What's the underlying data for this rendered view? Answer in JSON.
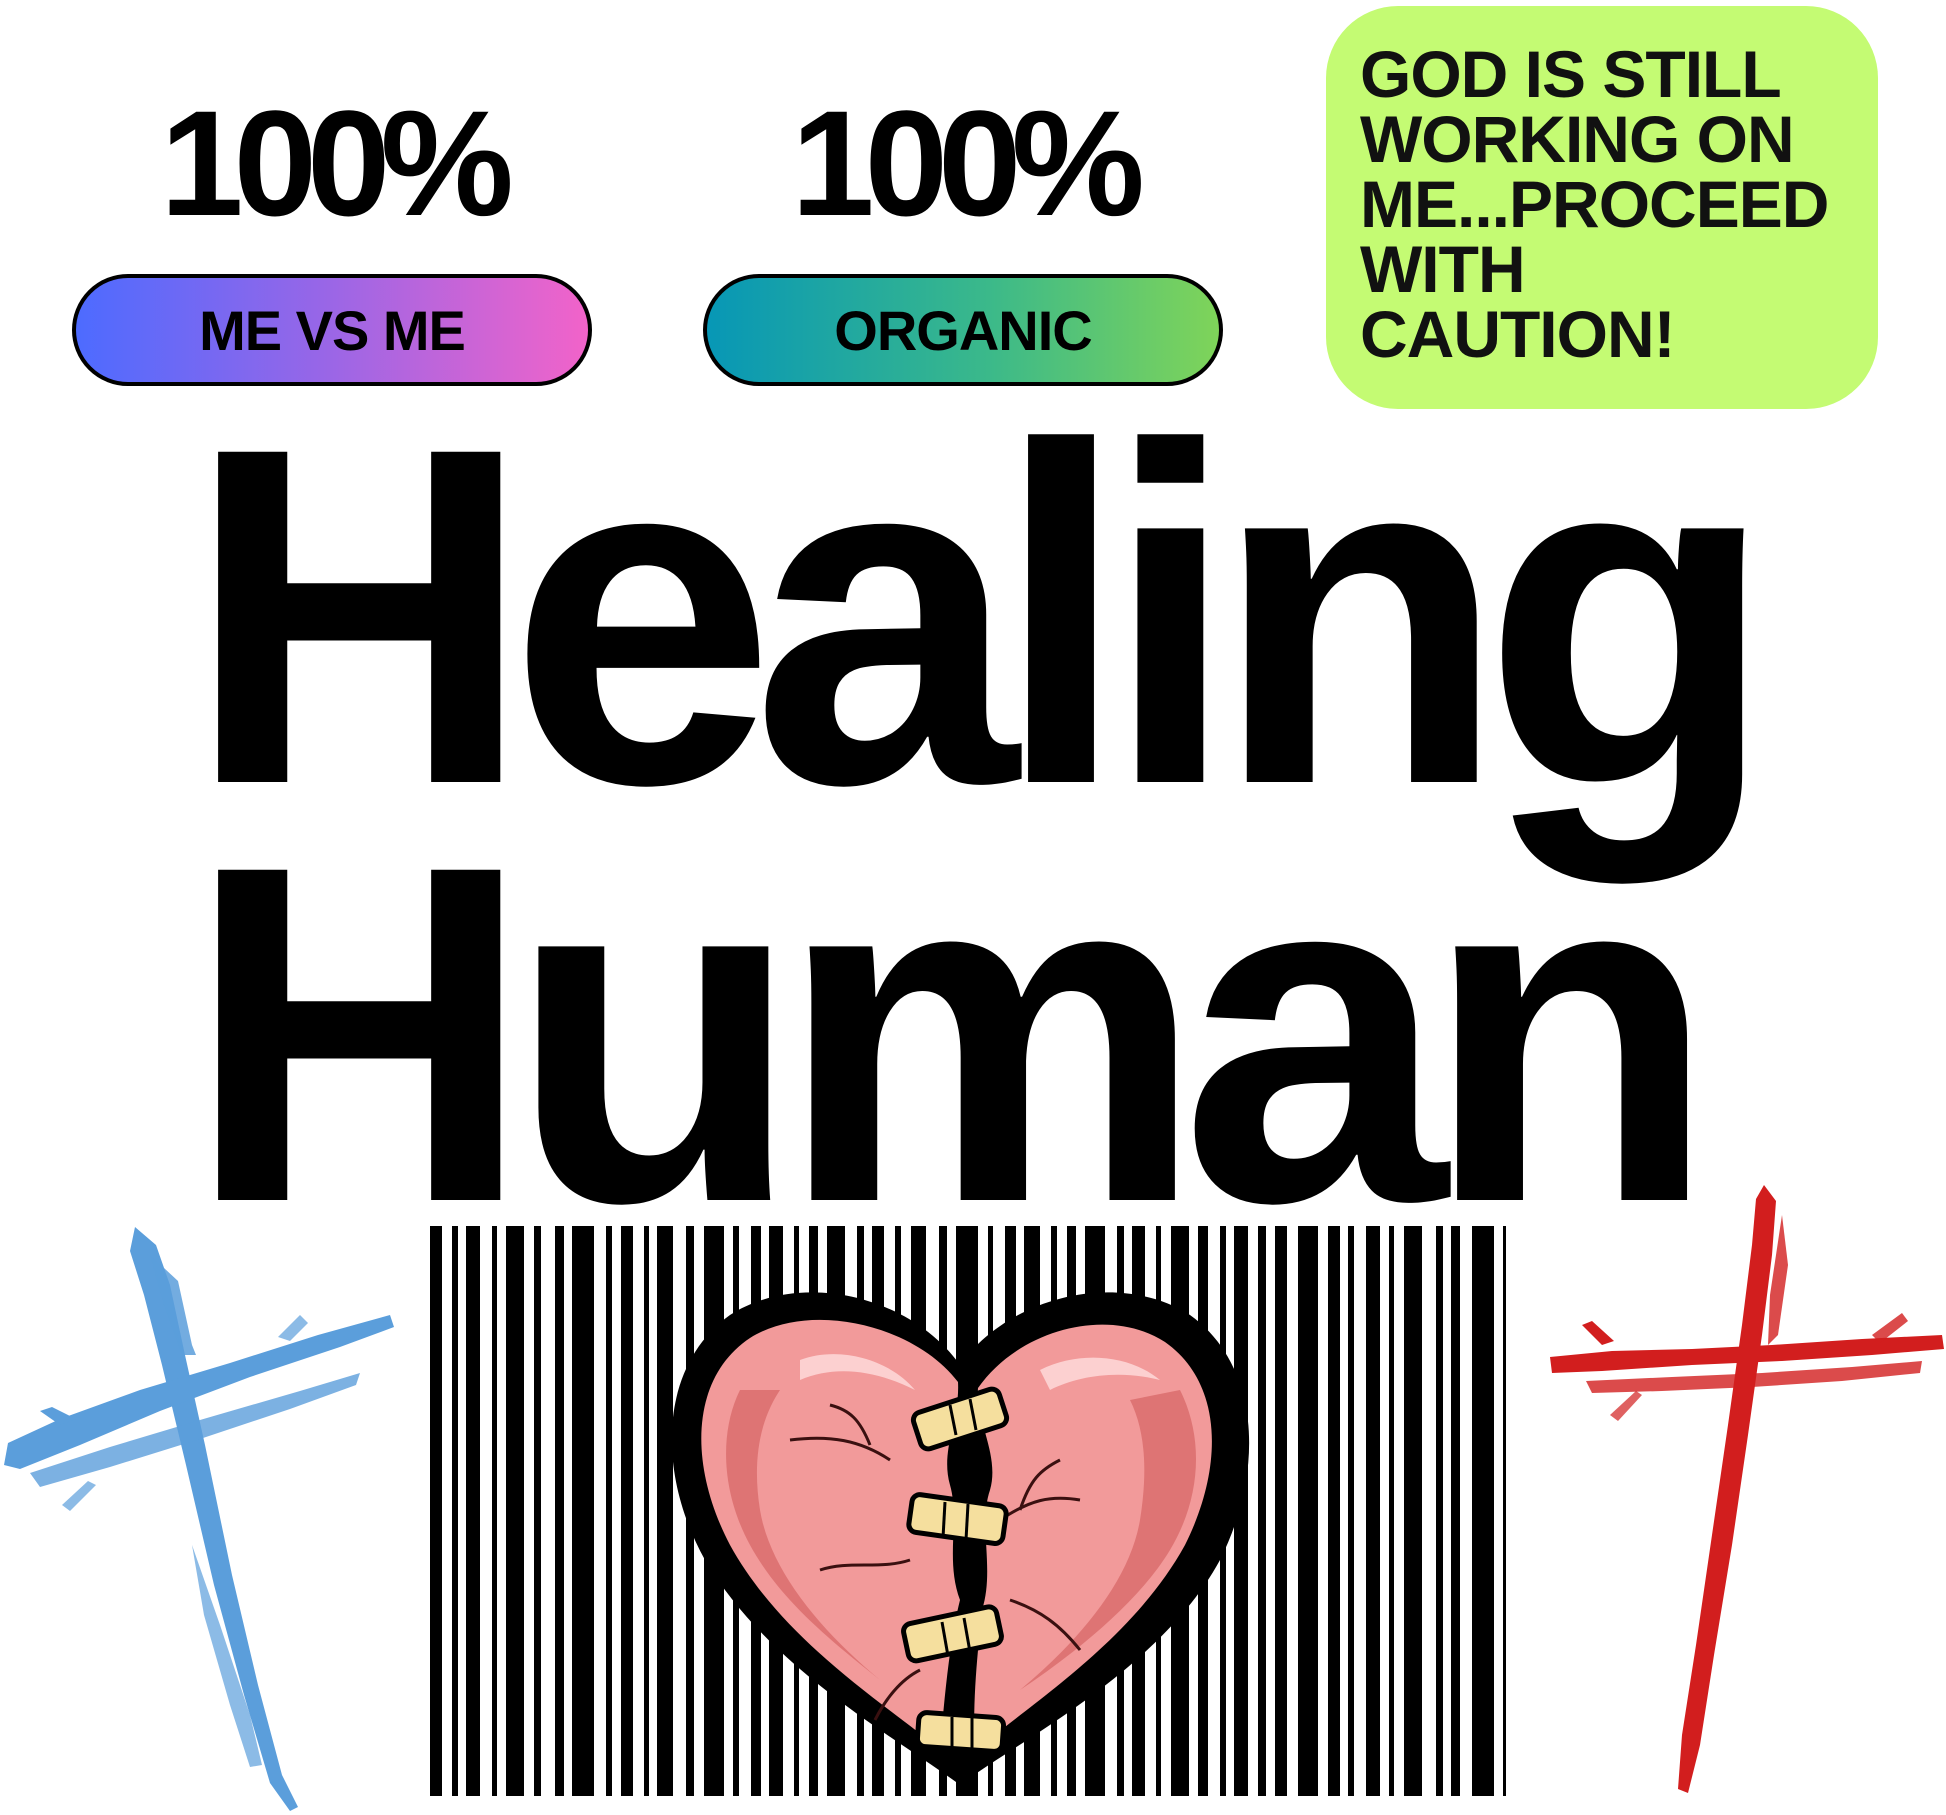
{
  "badges": [
    {
      "value": "100%",
      "label": "ME VS ME"
    },
    {
      "value": "100%",
      "label": "ORGANIC"
    }
  ],
  "callout": {
    "text": "GOD IS STILL\nWORKING ON\nME...PROCEED\nWITH\nCAUTION!",
    "color": "#c4fb73"
  },
  "headline": {
    "line1": "Healing",
    "line2": "Human"
  },
  "graphics": {
    "barcode": "barcode-graphic",
    "heart": "stitched-broken-heart-icon",
    "left_cross": "blue-cross-icon",
    "right_cross": "red-cross-icon"
  },
  "colors": {
    "cross_left": "#5b9edb",
    "cross_right": "#d21e1e",
    "heart_fill": "#f29a9a",
    "heart_shadow": "#d56464",
    "bandage": "#f5df9e",
    "pill_1_start": "#4d6bff",
    "pill_1_end": "#f263c9",
    "pill_2_start": "#0797b6",
    "pill_2_end": "#7fd459"
  }
}
